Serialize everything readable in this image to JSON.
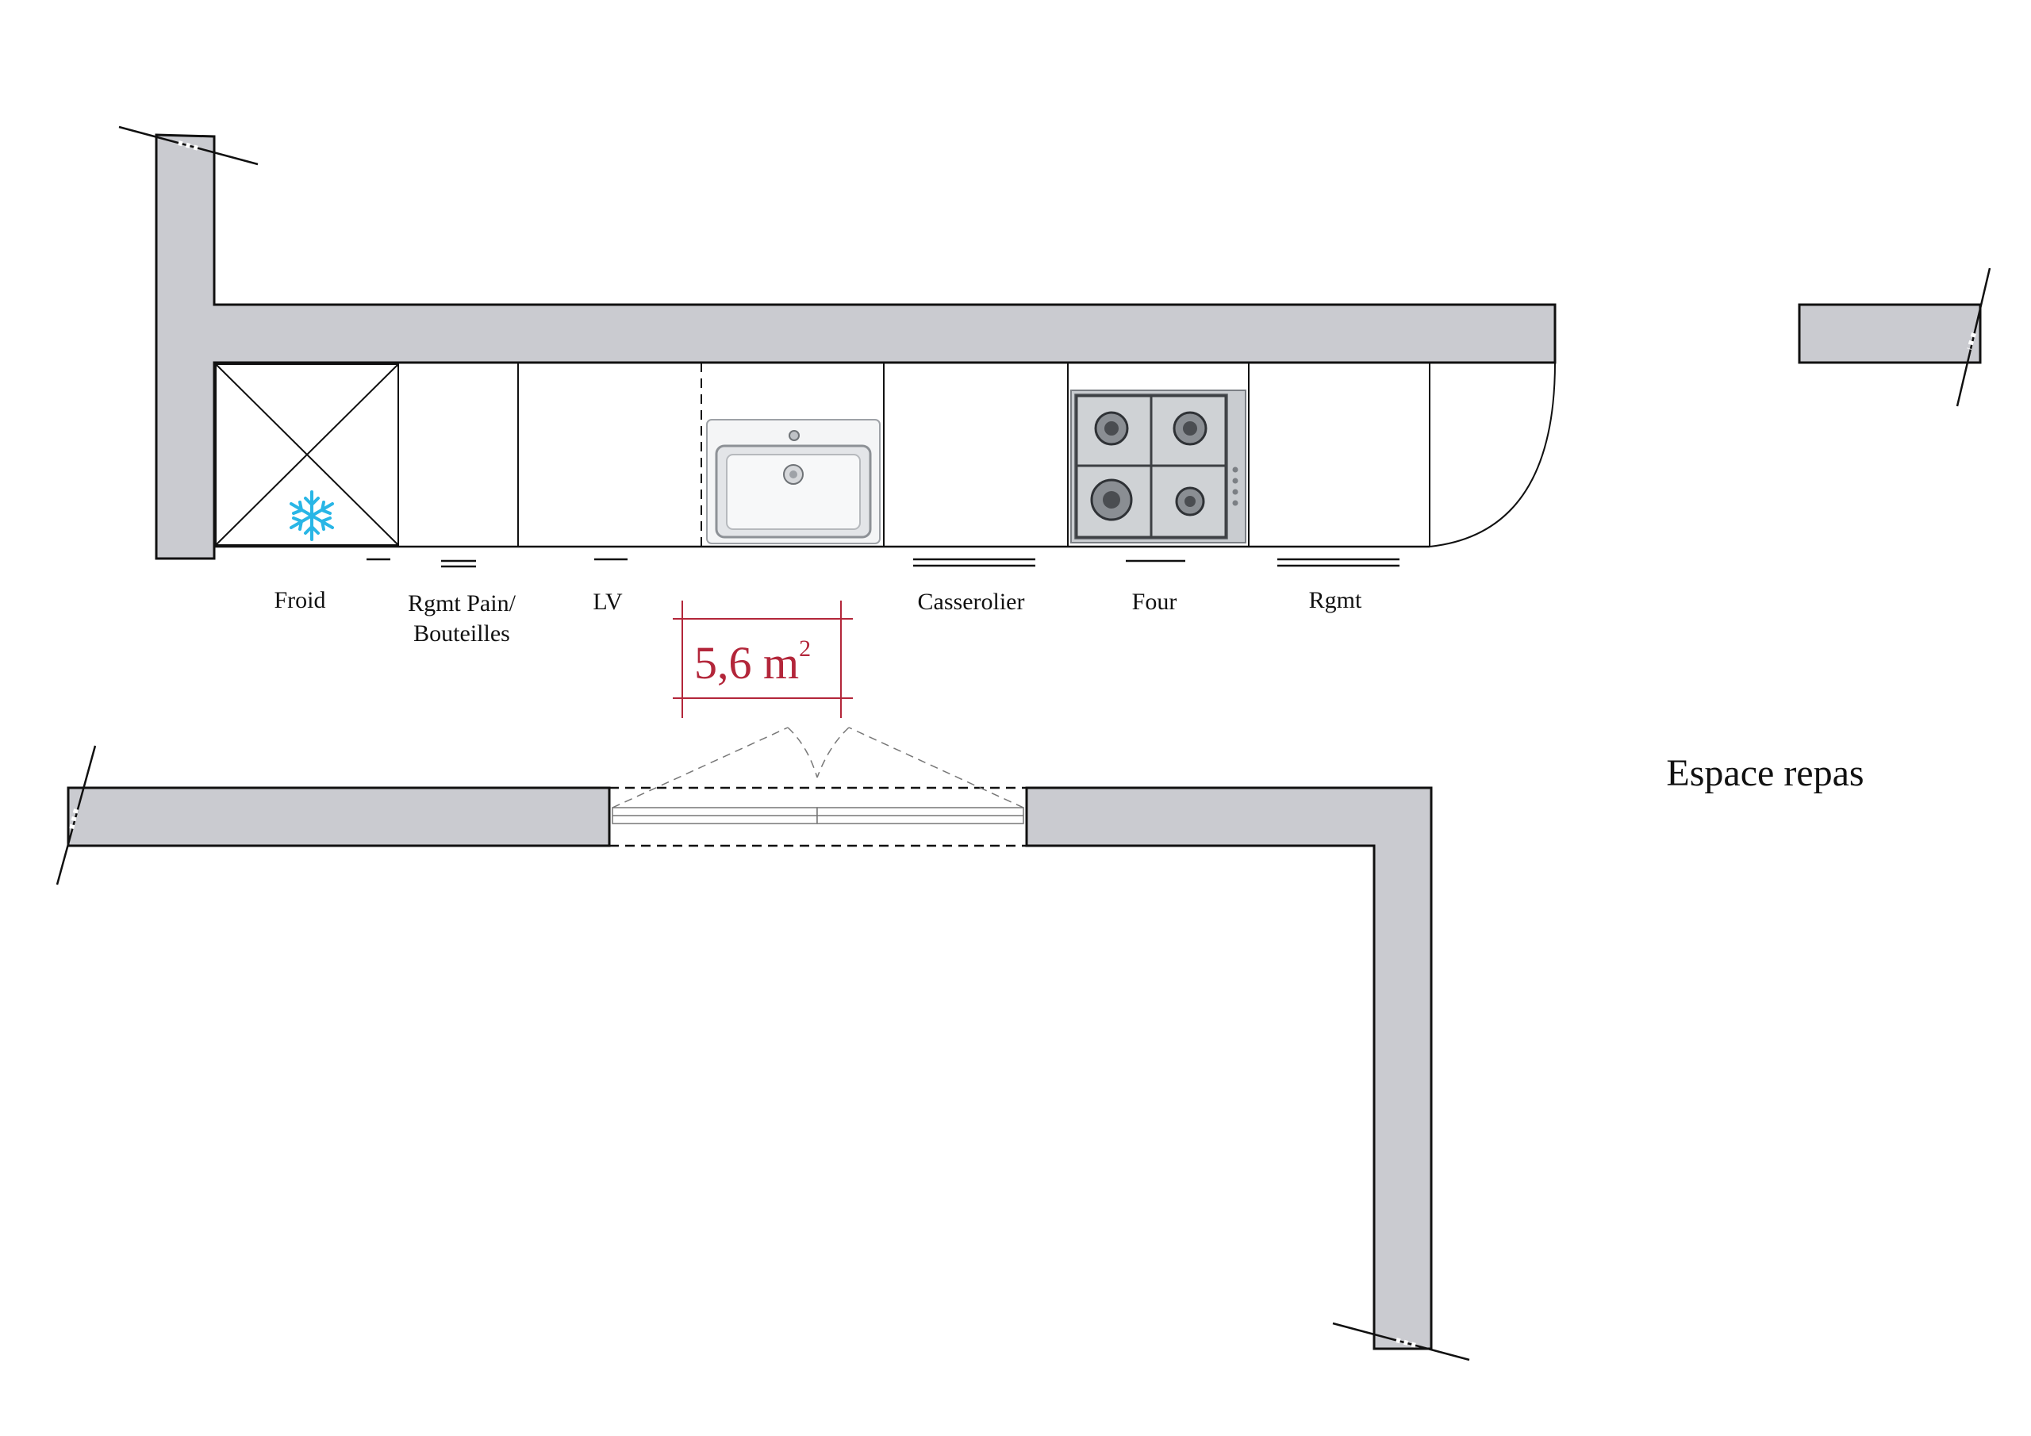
{
  "colors": {
    "wall_fill": "#cacbd0",
    "wall_stroke": "#111111",
    "area_red": "#b3263a",
    "snow_blue": "#29b6e6",
    "steel": "#c9ccd0"
  },
  "labels": {
    "froid": "Froid",
    "rgmt_pain_line1": "Rgmt Pain/",
    "rgmt_pain_line2": "Bouteilles",
    "lv": "LV",
    "casserolier": "Casserolier",
    "four": "Four",
    "rgmt": "Rgmt",
    "espace_repas": "Espace repas"
  },
  "area": {
    "value": "5,6 m",
    "exponent": "2"
  },
  "icons": {
    "fridge": "snowflake-icon",
    "sink": "sink-icon",
    "cooktop": "cooktop-icon"
  }
}
